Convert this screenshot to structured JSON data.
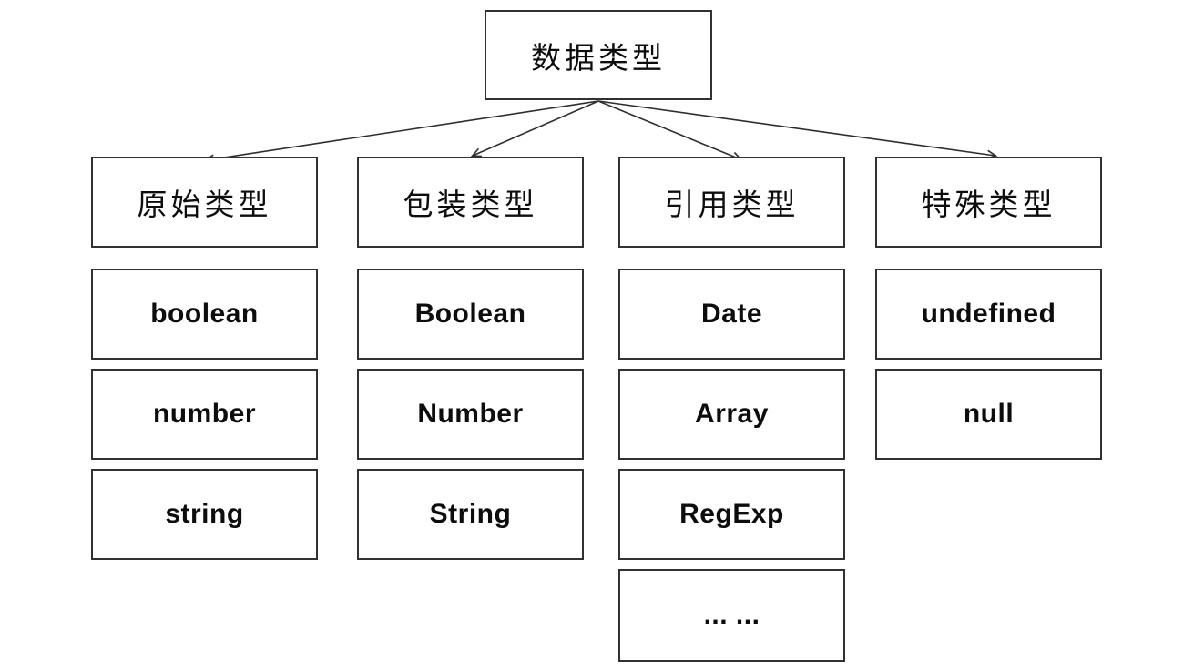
{
  "diagram": {
    "title": "JavaScript data types tree",
    "root": {
      "label": "数据类型"
    },
    "columns": [
      {
        "header": "原始类型",
        "items": [
          "boolean",
          "number",
          "string"
        ]
      },
      {
        "header": "包装类型",
        "items": [
          "Boolean",
          "Number",
          "String"
        ]
      },
      {
        "header": "引用类型",
        "items": [
          "Date",
          "Array",
          "RegExp",
          "... ..."
        ]
      },
      {
        "header": "特殊类型",
        "items": [
          "undefined",
          "null"
        ]
      }
    ],
    "colors": {
      "background": "#ffffff",
      "box_border": "#323232",
      "text": "#0d0d0d",
      "arrow": "#2e2e2e"
    }
  }
}
